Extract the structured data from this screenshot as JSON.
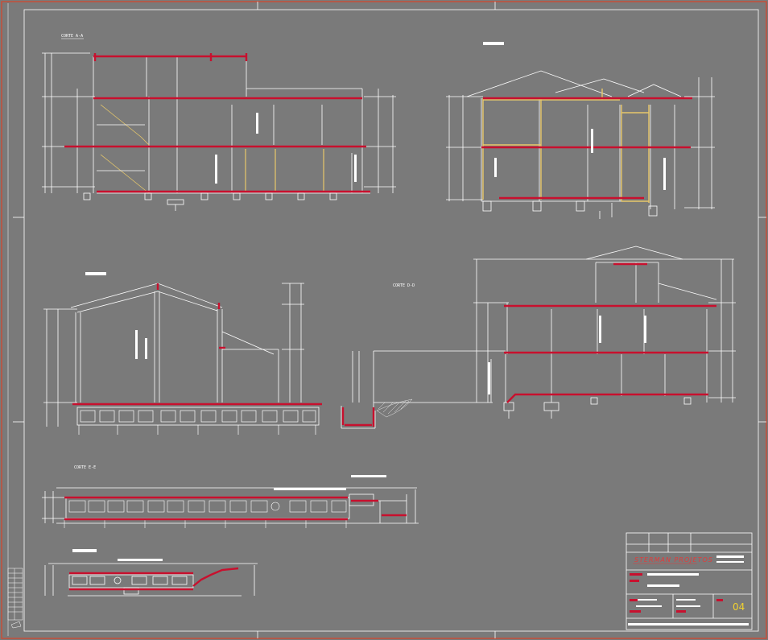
{
  "drawing": {
    "views": [
      {
        "id": "view-a",
        "title": "CORTE A-A"
      },
      {
        "id": "view-b",
        "title": ""
      },
      {
        "id": "view-c",
        "title": ""
      },
      {
        "id": "view-d",
        "title": "CORTE D-D"
      },
      {
        "id": "view-e",
        "title": "CORTE E-E"
      },
      {
        "id": "view-f",
        "title": ""
      }
    ],
    "colors": {
      "background": "#7a7a7a",
      "linework": "#ffffff",
      "slab": "#c8102e",
      "pipe": "#e8c86a",
      "border": "#d8442a",
      "brand": "#e23b3b",
      "sheet_number": "#f0d030"
    }
  },
  "title_block": {
    "company": "STERMAN PROJETOS",
    "sheet_number": "04"
  }
}
